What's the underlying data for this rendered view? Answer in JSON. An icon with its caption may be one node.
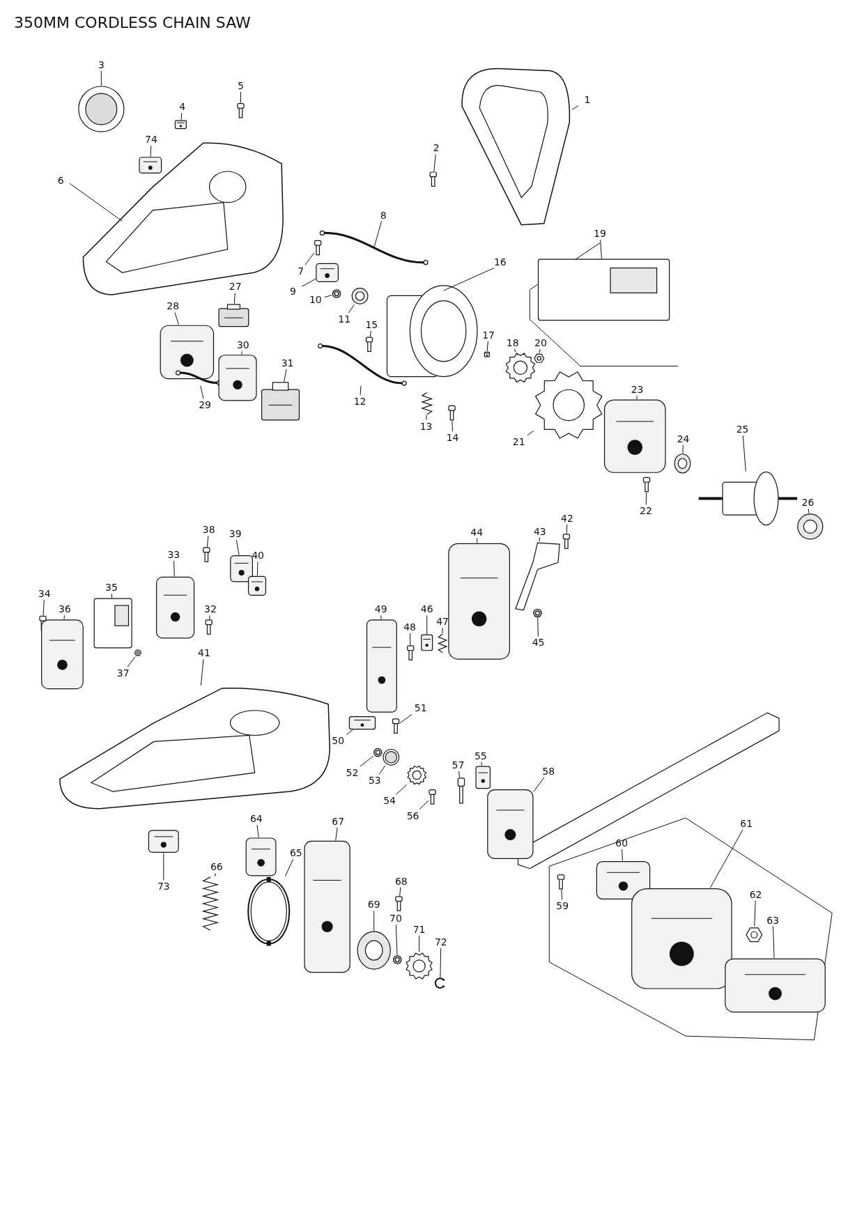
{
  "diagram": {
    "title": "350MM CORDLESS CHAIN SAW",
    "nodes": [
      {
        "text": [
          "1"
        ]
      },
      {
        "text": [],
        "shape": "picture"
      },
      {
        "text": [
          "2"
        ]
      },
      {
        "text": [],
        "shape": "picture"
      },
      {
        "text": [
          "3"
        ]
      },
      {
        "text": [],
        "shape": "picture"
      },
      {
        "text": [
          "4"
        ]
      },
      {
        "text": [],
        "shape": "picture"
      },
      {
        "text": [
          "5"
        ]
      },
      {
        "text": [],
        "shape": "picture"
      },
      {
        "text": [
          "6"
        ]
      },
      {
        "text": [],
        "shape": "picture"
      },
      {
        "text": [
          "7"
        ]
      },
      {
        "text": [],
        "shape": "picture"
      },
      {
        "text": [
          "8"
        ]
      },
      {
        "text": [],
        "shape": "picture"
      },
      {
        "text": [
          "9"
        ]
      },
      {
        "text": [],
        "shape": "picture"
      },
      {
        "text": [
          "10"
        ]
      },
      {
        "text": [],
        "shape": "picture"
      },
      {
        "text": [
          "11"
        ]
      },
      {
        "text": [],
        "shape": "picture"
      },
      {
        "text": [
          "12"
        ]
      },
      {
        "text": [],
        "shape": "picture"
      },
      {
        "text": [
          "13"
        ]
      },
      {
        "text": [],
        "shape": "picture"
      },
      {
        "text": [
          "14"
        ]
      },
      {
        "text": [],
        "shape": "picture"
      },
      {
        "text": [
          "15"
        ]
      },
      {
        "text": [],
        "shape": "picture"
      },
      {
        "text": [
          "16"
        ]
      },
      {
        "text": [],
        "shape": "picture"
      },
      {
        "text": [
          "17"
        ]
      },
      {
        "text": [],
        "shape": "picture"
      },
      {
        "text": [
          "18"
        ]
      },
      {
        "text": [],
        "shape": "picture"
      },
      {
        "text": [
          "19"
        ]
      },
      {
        "text": [],
        "shape": "picture"
      },
      {
        "text": [
          "20"
        ]
      },
      {
        "text": [],
        "shape": "picture"
      },
      {
        "text": [
          "21"
        ]
      },
      {
        "text": [],
        "shape": "picture"
      },
      {
        "text": [
          "22"
        ]
      },
      {
        "text": [],
        "shape": "picture"
      },
      {
        "text": [
          "23"
        ]
      },
      {
        "text": [],
        "shape": "picture"
      },
      {
        "text": [
          "24"
        ]
      },
      {
        "text": [],
        "shape": "picture"
      },
      {
        "text": [
          "25"
        ]
      },
      {
        "text": [],
        "shape": "picture"
      },
      {
        "text": [
          "26"
        ]
      },
      {
        "text": [],
        "shape": "picture"
      },
      {
        "text": [
          "27"
        ]
      },
      {
        "text": [],
        "shape": "picture"
      },
      {
        "text": [
          "28"
        ]
      },
      {
        "text": [],
        "shape": "picture"
      },
      {
        "text": [
          "29"
        ]
      },
      {
        "text": [],
        "shape": "picture"
      },
      {
        "text": [
          "30"
        ]
      },
      {
        "text": [],
        "shape": "picture"
      },
      {
        "text": [
          "31"
        ]
      },
      {
        "text": [],
        "shape": "picture"
      },
      {
        "text": [
          "32"
        ]
      },
      {
        "text": [],
        "shape": "picture"
      },
      {
        "text": [
          "33"
        ]
      },
      {
        "text": [],
        "shape": "picture"
      },
      {
        "text": [
          "34"
        ]
      },
      {
        "text": [],
        "shape": "picture"
      },
      {
        "text": [
          "35"
        ]
      },
      {
        "text": [],
        "shape": "picture"
      },
      {
        "text": [
          "36"
        ]
      },
      {
        "text": [],
        "shape": "picture"
      },
      {
        "text": [
          "37"
        ]
      },
      {
        "text": [],
        "shape": "picture"
      },
      {
        "text": [
          "38"
        ]
      },
      {
        "text": [],
        "shape": "picture"
      },
      {
        "text": [
          "39"
        ]
      },
      {
        "text": [],
        "shape": "picture"
      },
      {
        "text": [
          "40"
        ]
      },
      {
        "text": [],
        "shape": "picture"
      },
      {
        "text": [
          "41"
        ]
      },
      {
        "text": [],
        "shape": "picture"
      },
      {
        "text": [
          "42"
        ]
      },
      {
        "text": [],
        "shape": "picture"
      },
      {
        "text": [
          "43"
        ]
      },
      {
        "text": [],
        "shape": "picture"
      },
      {
        "text": [
          "44"
        ]
      },
      {
        "text": [],
        "shape": "picture"
      },
      {
        "text": [
          "45"
        ]
      },
      {
        "text": [],
        "shape": "picture"
      },
      {
        "text": [
          "46"
        ]
      },
      {
        "text": [],
        "shape": "picture"
      },
      {
        "text": [
          "47"
        ]
      },
      {
        "text": [],
        "shape": "picture"
      },
      {
        "text": [
          "48"
        ]
      },
      {
        "text": [],
        "shape": "picture"
      },
      {
        "text": [
          "49"
        ]
      },
      {
        "text": [],
        "shape": "picture"
      },
      {
        "text": [
          "50"
        ]
      },
      {
        "text": [],
        "shape": "picture"
      },
      {
        "text": [
          "51"
        ]
      },
      {
        "text": [],
        "shape": "picture"
      },
      {
        "text": [
          "52"
        ]
      },
      {
        "text": [],
        "shape": "picture"
      },
      {
        "text": [
          "53"
        ]
      },
      {
        "text": [],
        "shape": "picture"
      },
      {
        "text": [
          "54"
        ]
      },
      {
        "text": [],
        "shape": "picture"
      },
      {
        "text": [
          "55"
        ]
      },
      {
        "text": [],
        "shape": "picture"
      },
      {
        "text": [
          "56"
        ]
      },
      {
        "text": [],
        "shape": "picture"
      },
      {
        "text": [
          "57"
        ]
      },
      {
        "text": [],
        "shape": "picture"
      },
      {
        "text": [
          "58"
        ]
      },
      {
        "text": [],
        "shape": "picture"
      },
      {
        "text": [
          "59"
        ]
      },
      {
        "text": [],
        "shape": "picture"
      },
      {
        "text": [
          "60"
        ]
      },
      {
        "text": [],
        "shape": "picture"
      },
      {
        "text": [
          "61"
        ]
      },
      {
        "text": [],
        "shape": "picture"
      },
      {
        "text": [
          "62"
        ]
      },
      {
        "text": [],
        "shape": "picture"
      },
      {
        "text": [
          "63"
        ]
      },
      {
        "text": [],
        "shape": "picture"
      },
      {
        "text": [
          "64"
        ]
      },
      {
        "text": [],
        "shape": "picture"
      },
      {
        "text": [
          "65"
        ]
      },
      {
        "text": [],
        "shape": "picture"
      },
      {
        "text": [
          "66"
        ]
      },
      {
        "text": [],
        "shape": "picture"
      },
      {
        "text": [
          "67"
        ]
      },
      {
        "text": [],
        "shape": "picture"
      },
      {
        "text": [
          "68"
        ]
      },
      {
        "text": [],
        "shape": "picture"
      },
      {
        "text": [
          "69"
        ]
      },
      {
        "text": [],
        "shape": "picture"
      },
      {
        "text": [
          "70"
        ]
      },
      {
        "text": [],
        "shape": "picture"
      },
      {
        "text": [
          "71"
        ]
      },
      {
        "text": [],
        "shape": "picture"
      },
      {
        "text": [
          "72"
        ]
      },
      {
        "text": [],
        "shape": "picture"
      },
      {
        "text": [
          "73"
        ]
      },
      {
        "text": [],
        "shape": "picture"
      },
      {
        "text": [
          "74"
        ]
      },
      {
        "text": [],
        "shape": "picture"
      }
    ],
    "edges": [
      {
        "from": 0,
        "to": 1,
        "arrow": "none"
      },
      {
        "from": 2,
        "to": 3,
        "arrow": "none"
      },
      {
        "from": 4,
        "to": 5,
        "arrow": "none"
      },
      {
        "from": 6,
        "to": 7,
        "arrow": "none"
      },
      {
        "from": 8,
        "to": 9,
        "arrow": "none"
      },
      {
        "from": 10,
        "to": 11,
        "arrow": "none"
      },
      {
        "from": 12,
        "to": 13,
        "arrow": "none"
      },
      {
        "from": 14,
        "to": 15,
        "arrow": "none"
      },
      {
        "from": 16,
        "to": 17,
        "arrow": "none"
      },
      {
        "from": 18,
        "to": 19,
        "arrow": "none"
      },
      {
        "from": 20,
        "to": 21,
        "arrow": "none"
      },
      {
        "from": 22,
        "to": 23,
        "arrow": "none"
      },
      {
        "from": 24,
        "to": 25,
        "arrow": "none"
      },
      {
        "from": 26,
        "to": 27,
        "arrow": "none"
      },
      {
        "from": 28,
        "to": 29,
        "arrow": "none"
      },
      {
        "from": 30,
        "to": 31,
        "arrow": "none"
      },
      {
        "from": 32,
        "to": 33,
        "arrow": "none"
      },
      {
        "from": 34,
        "to": 35,
        "arrow": "none"
      },
      {
        "from": 36,
        "to": 37,
        "arrow": "none"
      },
      {
        "from": 38,
        "to": 39,
        "arrow": "none"
      },
      {
        "from": 40,
        "to": 41,
        "arrow": "none"
      },
      {
        "from": 42,
        "to": 43,
        "arrow": "none"
      },
      {
        "from": 44,
        "to": 45,
        "arrow": "none"
      },
      {
        "from": 46,
        "to": 47,
        "arrow": "none"
      },
      {
        "from": 48,
        "to": 49,
        "arrow": "none"
      },
      {
        "from": 50,
        "to": 51,
        "arrow": "none"
      },
      {
        "from": 52,
        "to": 53,
        "arrow": "none"
      },
      {
        "from": 54,
        "to": 55,
        "arrow": "none"
      },
      {
        "from": 56,
        "to": 57,
        "arrow": "none"
      },
      {
        "from": 58,
        "to": 59,
        "arrow": "none"
      },
      {
        "from": 60,
        "to": 61,
        "arrow": "none"
      },
      {
        "from": 62,
        "to": 63,
        "arrow": "none"
      },
      {
        "from": 64,
        "to": 65,
        "arrow": "none"
      },
      {
        "from": 66,
        "to": 67,
        "arrow": "none"
      },
      {
        "from": 68,
        "to": 69,
        "arrow": "none"
      },
      {
        "from": 70,
        "to": 71,
        "arrow": "none"
      },
      {
        "from": 72,
        "to": 73,
        "arrow": "none"
      },
      {
        "from": 74,
        "to": 75,
        "arrow": "none"
      },
      {
        "from": 76,
        "to": 77,
        "arrow": "none"
      },
      {
        "from": 78,
        "to": 79,
        "arrow": "none"
      },
      {
        "from": 80,
        "to": 81,
        "arrow": "none"
      },
      {
        "from": 82,
        "to": 83,
        "arrow": "none"
      },
      {
        "from": 84,
        "to": 85,
        "arrow": "none"
      },
      {
        "from": 86,
        "to": 87,
        "arrow": "none"
      },
      {
        "from": 88,
        "to": 89,
        "arrow": "none"
      },
      {
        "from": 90,
        "to": 91,
        "arrow": "none"
      },
      {
        "from": 92,
        "to": 93,
        "arrow": "none"
      },
      {
        "from": 94,
        "to": 95,
        "arrow": "none"
      },
      {
        "from": 96,
        "to": 97,
        "arrow": "none"
      },
      {
        "from": 98,
        "to": 99,
        "arrow": "none"
      },
      {
        "from": 100,
        "to": 101,
        "arrow": "none"
      },
      {
        "from": 102,
        "to": 103,
        "arrow": "none"
      },
      {
        "from": 104,
        "to": 105,
        "arrow": "none"
      },
      {
        "from": 106,
        "to": 107,
        "arrow": "none"
      },
      {
        "from": 108,
        "to": 109,
        "arrow": "none"
      },
      {
        "from": 110,
        "to": 111,
        "arrow": "none"
      },
      {
        "from": 112,
        "to": 113,
        "arrow": "none"
      },
      {
        "from": 114,
        "to": 115,
        "arrow": "none"
      },
      {
        "from": 116,
        "to": 117,
        "arrow": "none"
      },
      {
        "from": 118,
        "to": 119,
        "arrow": "none"
      },
      {
        "from": 120,
        "to": 121,
        "arrow": "none"
      },
      {
        "from": 122,
        "to": 123,
        "arrow": "none"
      },
      {
        "from": 124,
        "to": 125,
        "arrow": "none"
      },
      {
        "from": 126,
        "to": 127,
        "arrow": "none"
      },
      {
        "from": 128,
        "to": 129,
        "arrow": "none"
      },
      {
        "from": 130,
        "to": 131,
        "arrow": "none"
      },
      {
        "from": 132,
        "to": 133,
        "arrow": "none"
      },
      {
        "from": 134,
        "to": 135,
        "arrow": "none"
      },
      {
        "from": 136,
        "to": 137,
        "arrow": "none"
      },
      {
        "from": 138,
        "to": 139,
        "arrow": "none"
      },
      {
        "from": 140,
        "to": 141,
        "arrow": "none"
      },
      {
        "from": 142,
        "to": 143,
        "arrow": "none"
      },
      {
        "from": 144,
        "to": 145,
        "arrow": "none"
      },
      {
        "from": 146,
        "to": 147,
        "arrow": "none"
      }
    ]
  }
}
